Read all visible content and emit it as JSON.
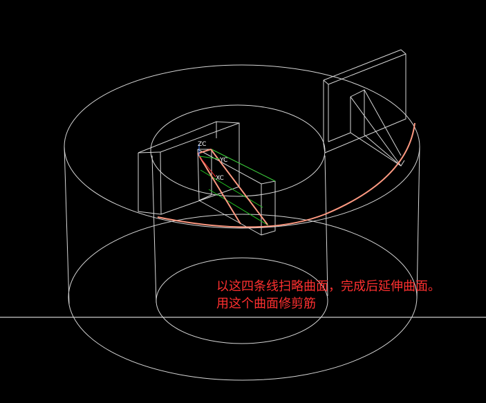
{
  "viewport": {
    "background": "#000000",
    "wire_color": "#d8d8d8",
    "highlight_color": "#ff9a82",
    "accent_line_color": "#22c422",
    "grid_line_color": "#ffffff"
  },
  "triad": {
    "z_label": "ZC",
    "y_label": "YC",
    "x_label": "XC",
    "z_color": "#3a7bff",
    "y_color": "#22c422",
    "x_color": "#ff3030"
  },
  "annotation": {
    "line1": "以这四条线扫略曲面，完成后延伸曲面。",
    "line2": "用这个曲面修剪筋",
    "color": "#ff3030"
  }
}
